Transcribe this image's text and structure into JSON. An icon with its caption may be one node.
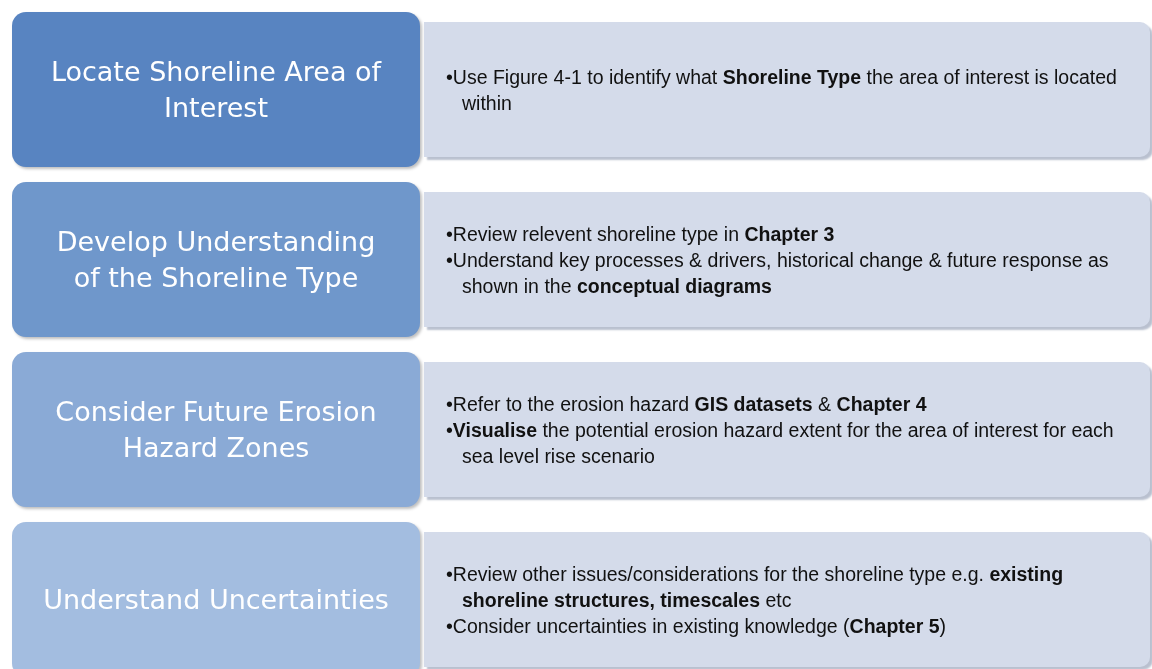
{
  "diagram": {
    "nodes": [
      {
        "text": [
          "Locate Shoreline Area of Interest"
        ]
      },
      {
        "text": [
          "•Use Figure 4-1 to identify what **Shoreline Type** the area of interest is located within"
        ]
      },
      {
        "text": [
          "Develop Understanding of the Shoreline Type"
        ]
      },
      {
        "text": [
          "•Review relevent shoreline type in **Chapter 3**",
          "•Understand key processes & drivers, historical change & future response as shown in the **conceptual diagrams**"
        ]
      },
      {
        "text": [
          "Consider Future Erosion Hazard Zones"
        ]
      },
      {
        "text": [
          "•Refer to the erosion hazard **GIS datasets** & **Chapter 4**",
          "•**Visualise** the potential erosion hazard extent for the area of interest for each sea level rise scenario"
        ]
      },
      {
        "text": [
          "Understand Uncertainties"
        ]
      },
      {
        "text": [
          "•Review other issues/considerations for the shoreline type e.g. **existing shoreline structures, timescales** etc",
          "•Consider uncertainties in existing knowledge (**Chapter 5**)"
        ]
      }
    ],
    "edges": []
  }
}
